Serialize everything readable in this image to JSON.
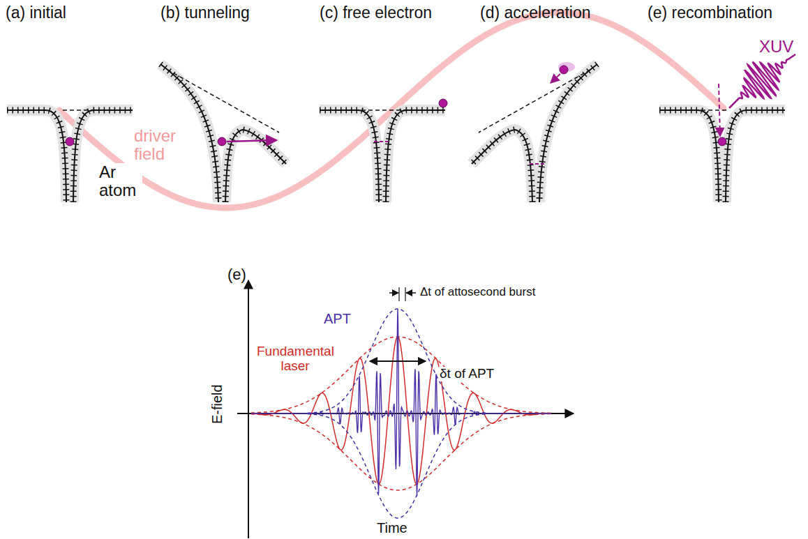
{
  "diagram": {
    "labels": [
      "(a) initial",
      "(b) tunneling",
      "(c) free electron",
      "(d) acceleration",
      "(e) recombination",
      "driver field",
      "Ar atom",
      "XUV",
      "(e)",
      "Δt of attosecond burst",
      "APT",
      "δt of APT",
      "Fundamental laser",
      "E-field",
      "Time"
    ]
  }
}
